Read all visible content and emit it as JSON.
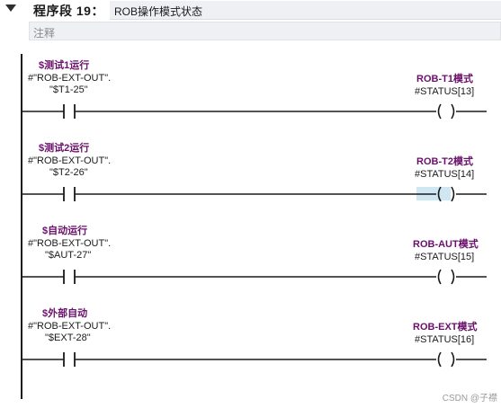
{
  "segment": {
    "label": "程序段 19：",
    "title": "ROB操作模式状态",
    "comment_placeholder": "注释"
  },
  "rungs": [
    {
      "contact_name": "$测试1运行",
      "contact_tag_line1": "#\"ROB-EXT-OUT\".",
      "contact_tag_line2": "\"$T1-25\"",
      "coil_name": "ROB-T1模式",
      "coil_tag": "#STATUS[13]",
      "selected": false
    },
    {
      "contact_name": "$测试2运行",
      "contact_tag_line1": "#\"ROB-EXT-OUT\".",
      "contact_tag_line2": "\"$T2-26\"",
      "coil_name": "ROB-T2模式",
      "coil_tag": "#STATUS[14]",
      "selected": true
    },
    {
      "contact_name": "$自动运行",
      "contact_tag_line1": "#\"ROB-EXT-OUT\".",
      "contact_tag_line2": "\"$AUT-27\"",
      "coil_name": "ROB-AUT模式",
      "coil_tag": "#STATUS[15]",
      "selected": false
    },
    {
      "contact_name": "$外部自动",
      "contact_tag_line1": "#\"ROB-EXT-OUT\".",
      "contact_tag_line2": "\"$EXT-28\"",
      "coil_name": "ROB-EXT模式",
      "coil_tag": "#STATUS[16]",
      "selected": false
    }
  ],
  "watermark": "CSDN @子襟",
  "colors": {
    "operand_name": "#6a0f6a",
    "selection": "#cfe6f3",
    "header_bg": "#eef0f3"
  }
}
